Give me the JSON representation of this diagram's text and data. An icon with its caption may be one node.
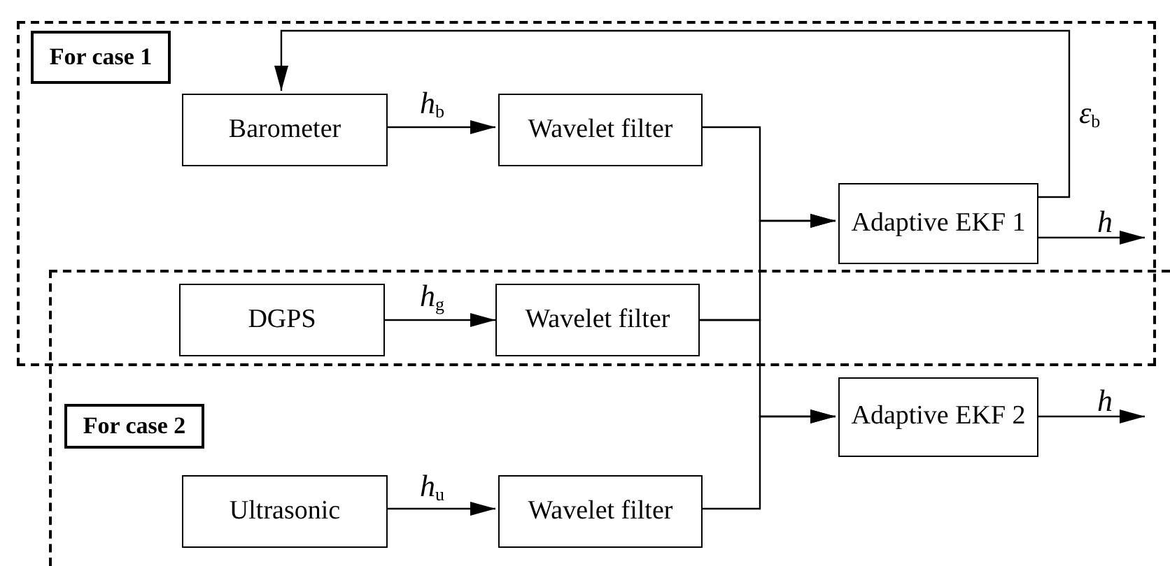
{
  "diagram": {
    "nodes": [
      {
        "text": [],
        "shape": "box"
      },
      {
        "text": [
          "For case 1"
        ],
        "in": 0
      },
      {
        "text": [
          "Barometer"
        ],
        "in": 0
      },
      {
        "text": [
          "Wavelet filter"
        ],
        "in": 0
      },
      {
        "text": [
          "Adaptive EKF 1"
        ],
        "in": 0
      },
      {
        "text": [],
        "shape": "box"
      },
      {
        "text": [
          "For case 2"
        ],
        "in": 5
      },
      {
        "text": [
          "DGPS"
        ]
      },
      {
        "text": [
          "Wavelet filter"
        ]
      },
      {
        "text": [
          "Ultrasonic"
        ],
        "in": 5
      },
      {
        "text": [
          "Wavelet filter"
        ],
        "in": 5
      },
      {
        "text": [
          "Adaptive EKF 2"
        ],
        "in": 5
      }
    ],
    "edges": [
      {
        "from": 2,
        "to": 3,
        "arrow": "to",
        "label": "*h*$_{b}$"
      },
      {
        "from": 3,
        "to": 4,
        "arrow": "to"
      },
      {
        "from": 4,
        "to": 2,
        "arrow": "to",
        "label": "*ε*$_{b}$"
      },
      {
        "from": 4,
        "to": null,
        "arrow": "to",
        "label": "*h*"
      },
      {
        "from": 7,
        "to": 8,
        "arrow": "to",
        "label": "*h*$_{g}$"
      },
      {
        "from": 8,
        "to": 4,
        "arrow": "to"
      },
      {
        "from": 8,
        "to": 11,
        "arrow": "to"
      },
      {
        "from": 11,
        "to": null,
        "arrow": "to",
        "label": "*h*"
      },
      {
        "from": 9,
        "to": 10,
        "arrow": "to",
        "label": "*h*$_{u}$"
      },
      {
        "from": 10,
        "to": 11,
        "arrow": "to"
      }
    ]
  }
}
